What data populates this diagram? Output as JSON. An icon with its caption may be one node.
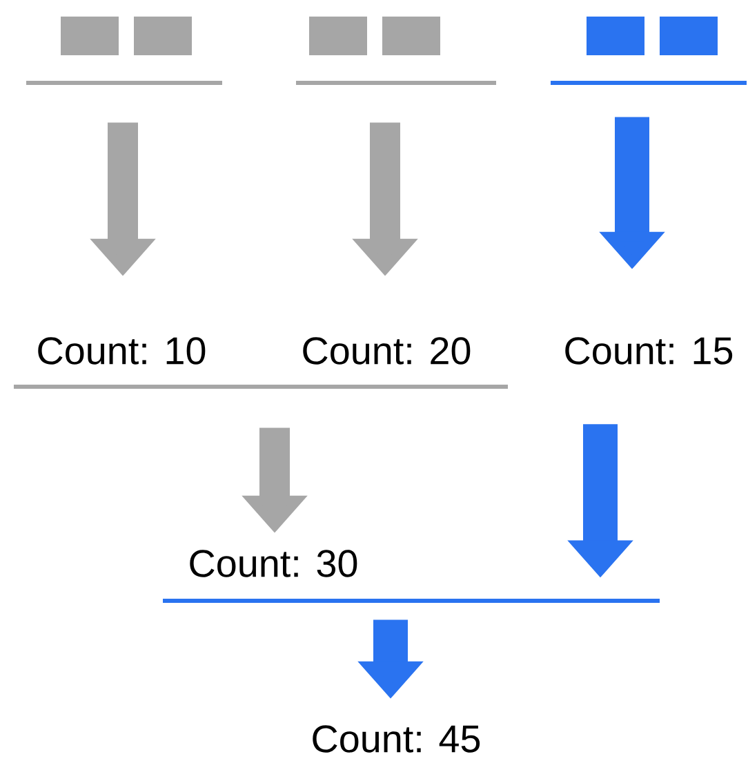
{
  "diagram": {
    "nodes": [
      {
        "text": [],
        "shape": "box"
      },
      {
        "text": [],
        "shape": "box"
      },
      {
        "text": [],
        "shape": "box"
      },
      {
        "text": [],
        "shape": "box"
      },
      {
        "text": [],
        "shape": "box"
      },
      {
        "text": [],
        "shape": "box"
      },
      {
        "text": [],
        "shape": "bar"
      },
      {
        "text": [],
        "shape": "bar"
      },
      {
        "text": [],
        "shape": "bar"
      },
      {
        "text": [
          "Count: 10"
        ]
      },
      {
        "text": [
          "Count: 20"
        ]
      },
      {
        "text": [
          "Count: 15"
        ]
      },
      {
        "text": [],
        "shape": "bar"
      },
      {
        "text": [
          "Count: 30"
        ]
      },
      {
        "text": [],
        "shape": "bar"
      },
      {
        "text": [
          "Count: 45"
        ]
      }
    ],
    "edges": [
      {
        "from": 6,
        "to": 9,
        "arrow": "to",
        "color": "#a6a6a6"
      },
      {
        "from": 7,
        "to": 10,
        "arrow": "to",
        "color": "#a6a6a6"
      },
      {
        "from": 8,
        "to": 11,
        "arrow": "to",
        "color": "#2a73f0"
      },
      {
        "from": 12,
        "to": 13,
        "arrow": "to",
        "color": "#a6a6a6"
      },
      {
        "from": 11,
        "to": 14,
        "arrow": "to",
        "color": "#2a73f0"
      },
      {
        "from": 14,
        "to": 15,
        "arrow": "to",
        "color": "#2a73f0"
      }
    ]
  }
}
